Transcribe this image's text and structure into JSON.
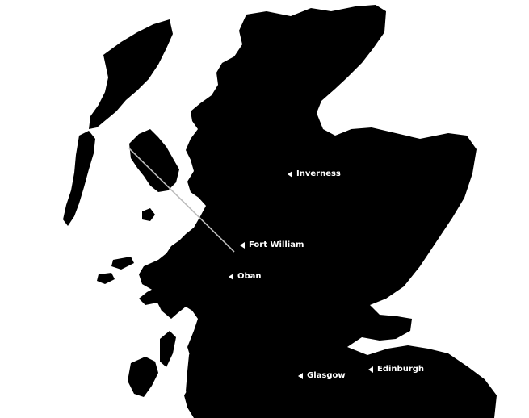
{
  "map": {
    "land_color": "#000000",
    "water_color": "#ffffff",
    "route_color": "#bbbbbb",
    "places": [
      {
        "id": "inverness",
        "label": "Inverness"
      },
      {
        "id": "fort-william",
        "label": "Fort William"
      },
      {
        "id": "oban",
        "label": "Oban"
      },
      {
        "id": "glasgow",
        "label": "Glasgow"
      },
      {
        "id": "edinburgh",
        "label": "Edinburgh"
      }
    ]
  }
}
